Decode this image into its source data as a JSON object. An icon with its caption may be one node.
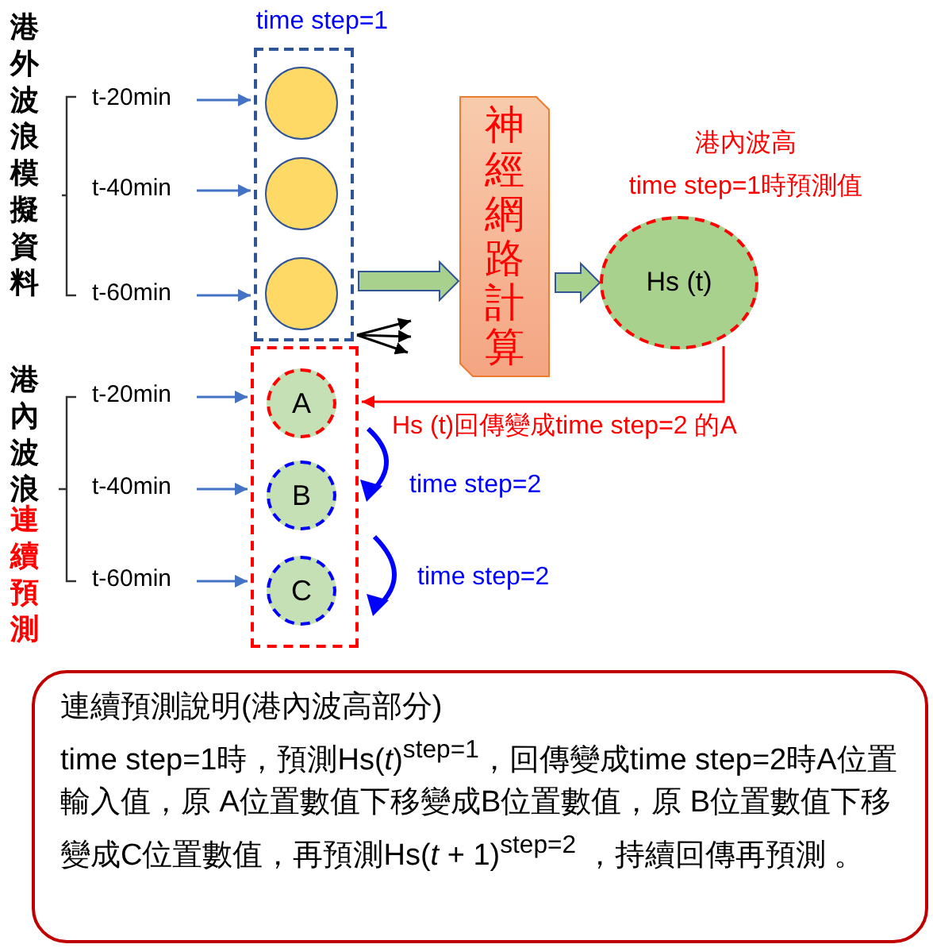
{
  "diagram": {
    "nodes": [
      {
        "text": [
          "time step=1"
        ]
      },
      {
        "text": [],
        "shape": "circle",
        "in": 0
      },
      {
        "text": [],
        "shape": "circle",
        "in": 0
      },
      {
        "text": [],
        "shape": "circle",
        "in": 0
      },
      {
        "text": [],
        "shape": "box"
      },
      {
        "text": [
          "A"
        ],
        "in": 4
      },
      {
        "text": [
          "B"
        ],
        "in": 4
      },
      {
        "text": [
          "C"
        ],
        "in": 4
      },
      {
        "text": [
          "神經網路計算"
        ]
      },
      {
        "text": [
          "Hs (t)"
        ],
        "beside": [
          "港內波高",
          "time step=1時預測值"
        ]
      },
      {
        "text": [
          "t-20min"
        ]
      },
      {
        "text": [
          "t-40min"
        ]
      },
      {
        "text": [
          "t-60min"
        ]
      },
      {
        "text": [
          "t-20min"
        ]
      },
      {
        "text": [
          "t-40min"
        ]
      },
      {
        "text": [
          "t-60min"
        ]
      },
      {
        "text": [
          "連續預測說明(港內波高部分)",
          "time step=1時，預測Hs(*t*)$^{step=1}$，回傳變成time step=2時A位置輸入值，原 A位置數值下移變成B位置數值，原 B位置數值下移變成C位置數值，再預測Hs(*t* + 1)$^{step=2}$ ，持續回傳再預測 。"
        ]
      }
    ],
    "edges": [
      {
        "from": 10,
        "to": 0,
        "arrow": "to"
      },
      {
        "from": 11,
        "to": 0,
        "arrow": "to"
      },
      {
        "from": 12,
        "to": 0,
        "arrow": "to"
      },
      {
        "from": 13,
        "to": 4,
        "arrow": "to"
      },
      {
        "from": 14,
        "to": 4,
        "arrow": "to"
      },
      {
        "from": 15,
        "to": 4,
        "arrow": "to"
      },
      {
        "from": 0,
        "to": 8,
        "arrow": "to",
        "style": "thick",
        "color": "#a9d18e"
      },
      {
        "from": 8,
        "to": 9,
        "arrow": "to",
        "style": "thick",
        "color": "#a9d18e"
      },
      {
        "from": 0,
        "to": null,
        "arrow": "to",
        "color": "#000000"
      },
      {
        "from": 0,
        "to": null,
        "arrow": "to",
        "color": "#000000"
      },
      {
        "from": 0,
        "to": null,
        "arrow": "to",
        "color": "#000000"
      },
      {
        "from": 9,
        "to": 4,
        "arrow": "to",
        "label": "Hs (t)回傳變成time step=2 的A",
        "color": "#ff0000"
      }
    ],
    "labels": [
      "港外波浪模擬資料",
      "港內波浪",
      "連續預測",
      "time step=2",
      "time step=2"
    ]
  }
}
